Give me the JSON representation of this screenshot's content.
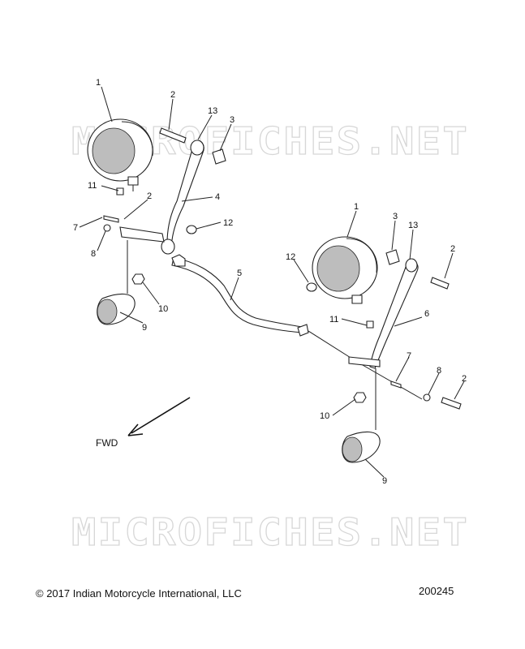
{
  "watermark": {
    "top": "MICROFICHES.NET",
    "bottom": "MICROFICHES.NET"
  },
  "callouts": {
    "c1a": "1",
    "c2a": "2",
    "c13a": "13",
    "c3a": "3",
    "c11a": "11",
    "c2b": "2",
    "c4": "4",
    "c7a": "7",
    "c12a": "12",
    "c8a": "8",
    "c10a": "10",
    "c9a": "9",
    "c5": "5",
    "c1b": "1",
    "c3b": "3",
    "c13b": "13",
    "c2c": "2",
    "c12b": "12",
    "c11b": "11",
    "c6": "6",
    "c7b": "7",
    "c8b": "8",
    "c2d": "2",
    "c10b": "10",
    "c9b": "9"
  },
  "direction_label": "FWD",
  "footer": {
    "copyright": "© 2017 Indian Motorcycle International, LLC",
    "diagram_number": "200245"
  }
}
